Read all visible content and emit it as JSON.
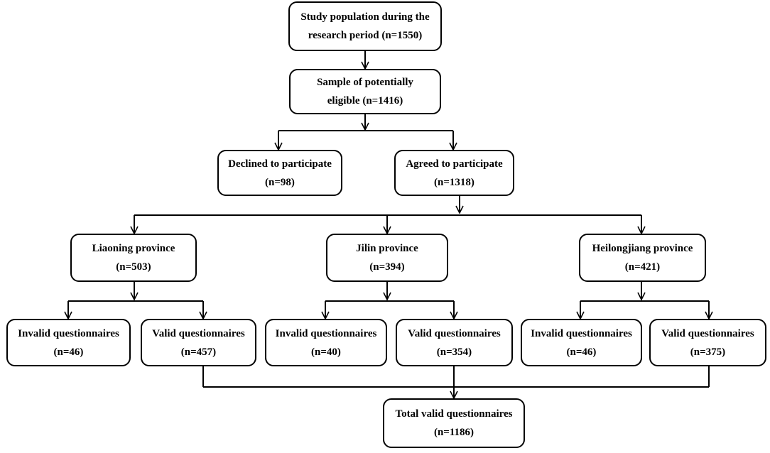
{
  "nodes": {
    "population": {
      "line1": "Study population during the",
      "line2": "research period (n=1550)"
    },
    "eligible": {
      "line1": "Sample of potentially",
      "line2": "eligible (n=1416)"
    },
    "declined": {
      "line1": "Declined to participate",
      "line2": "(n=98)"
    },
    "agreed": {
      "line1": "Agreed to participate",
      "line2": "(n=1318)"
    },
    "liaoning": {
      "line1": "Liaoning province",
      "line2": "(n=503)"
    },
    "jilin": {
      "line1": "Jilin province",
      "line2": "(n=394)"
    },
    "heilongjiang": {
      "line1": "Heilongjiang province",
      "line2": "(n=421)"
    },
    "liaoning_invalid": {
      "line1": "Invalid questionnaires",
      "line2": "(n=46)"
    },
    "liaoning_valid": {
      "line1": "Valid questionnaires",
      "line2": "(n=457)"
    },
    "jilin_invalid": {
      "line1": "Invalid questionnaires",
      "line2": "(n=40)"
    },
    "jilin_valid": {
      "line1": "Valid questionnaires",
      "line2": "(n=354)"
    },
    "heilongjiang_invalid": {
      "line1": "Invalid questionnaires",
      "line2": "(n=46)"
    },
    "heilongjiang_valid": {
      "line1": "Valid questionnaires",
      "line2": "(n=375)"
    },
    "total_valid": {
      "line1": "Total valid questionnaires",
      "line2": "(n=1186)"
    }
  }
}
